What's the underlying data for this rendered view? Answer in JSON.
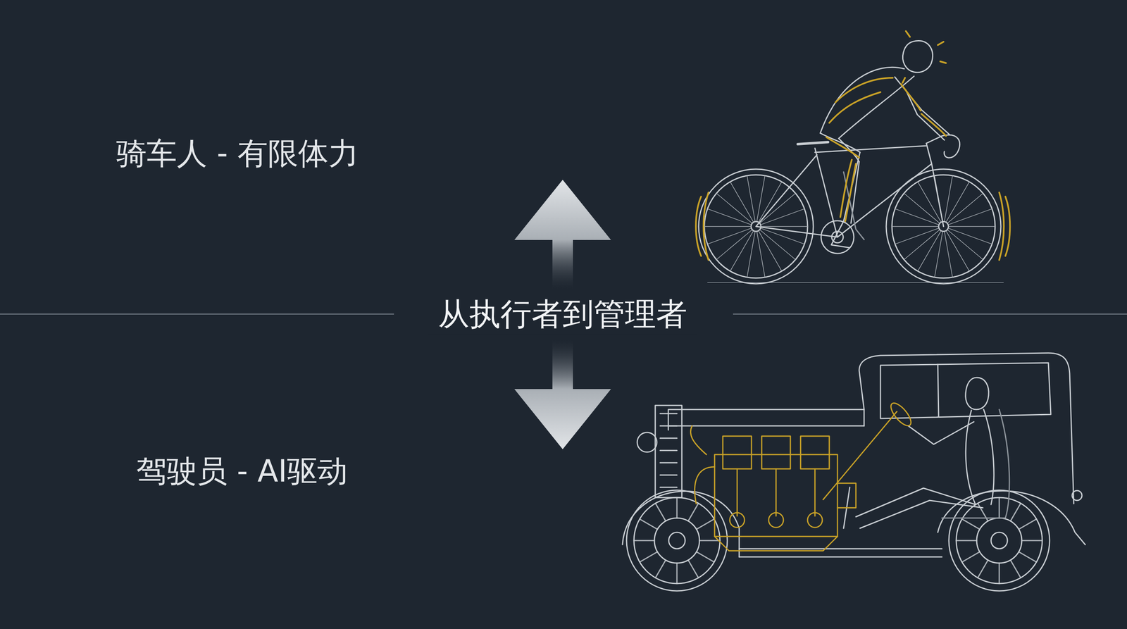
{
  "diagram": {
    "labels": [
      "骑车人 - 有限体力",
      "从执行者到管理者",
      "驾驶员 - AI驱动"
    ]
  }
}
